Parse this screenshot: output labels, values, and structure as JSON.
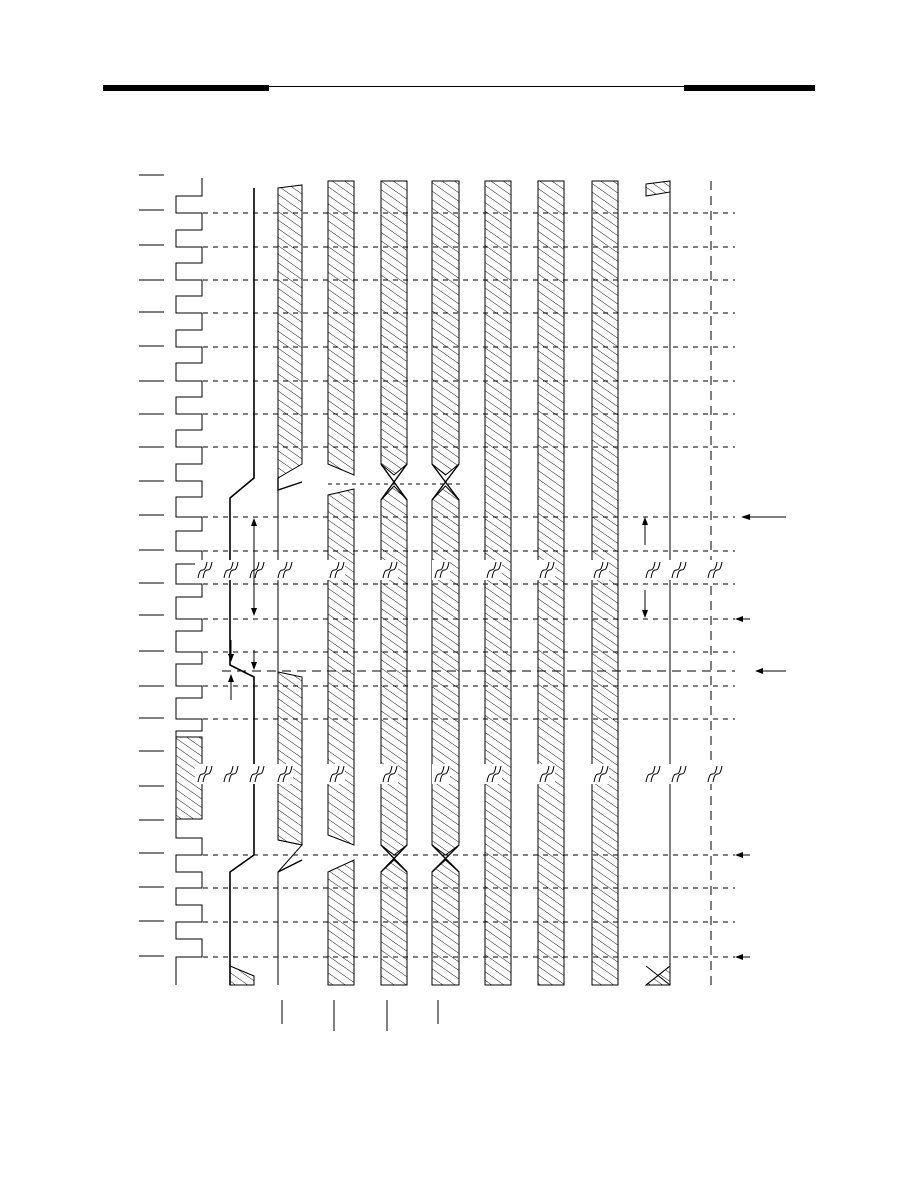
{
  "figure": {
    "description_text": "",
    "ink_color": "#000000",
    "background_color": "#ffffff"
  },
  "header": {
    "rule_style": "thick-thin-thick"
  },
  "timing_diagram": {
    "orientation": "rotated-90",
    "clock_period_count": 23,
    "signal_lanes": 11,
    "hatched_lanes": 8,
    "break_symbol_rows": 2,
    "annotation_arrows": 5
  }
}
